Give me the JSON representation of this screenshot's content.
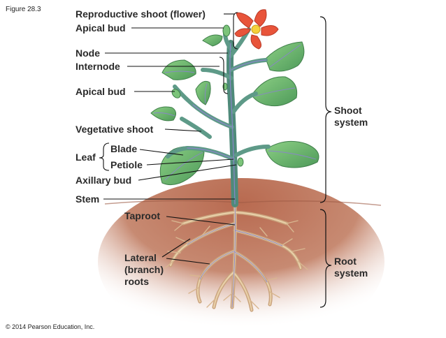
{
  "figure_label": "Figure 28.3",
  "copyright": "© 2014 Pearson Education, Inc.",
  "labels": {
    "reproductive_shoot": "Reproductive shoot (flower)",
    "apical_bud_top": "Apical bud",
    "node": "Node",
    "internode": "Internode",
    "apical_bud_side": "Apical bud",
    "vegetative_shoot": "Vegetative shoot",
    "leaf": "Leaf",
    "blade": "Blade",
    "petiole": "Petiole",
    "axillary_bud": "Axillary bud",
    "stem": "Stem",
    "taproot": "Taproot",
    "lateral_roots": [
      "Lateral",
      "(branch)",
      "roots"
    ],
    "shoot_system": [
      "Shoot",
      "system"
    ],
    "root_system": [
      "Root",
      "system"
    ]
  },
  "colors": {
    "stem": "#5e9a88",
    "stem_vein": "#8a86c8",
    "leaf": "#6ab06c",
    "leaf_vein": "#8a86c8",
    "flower": "#e8543a",
    "flower_center": "#f5d23c",
    "soil": "#b5654a",
    "root": "#d9b48a"
  }
}
